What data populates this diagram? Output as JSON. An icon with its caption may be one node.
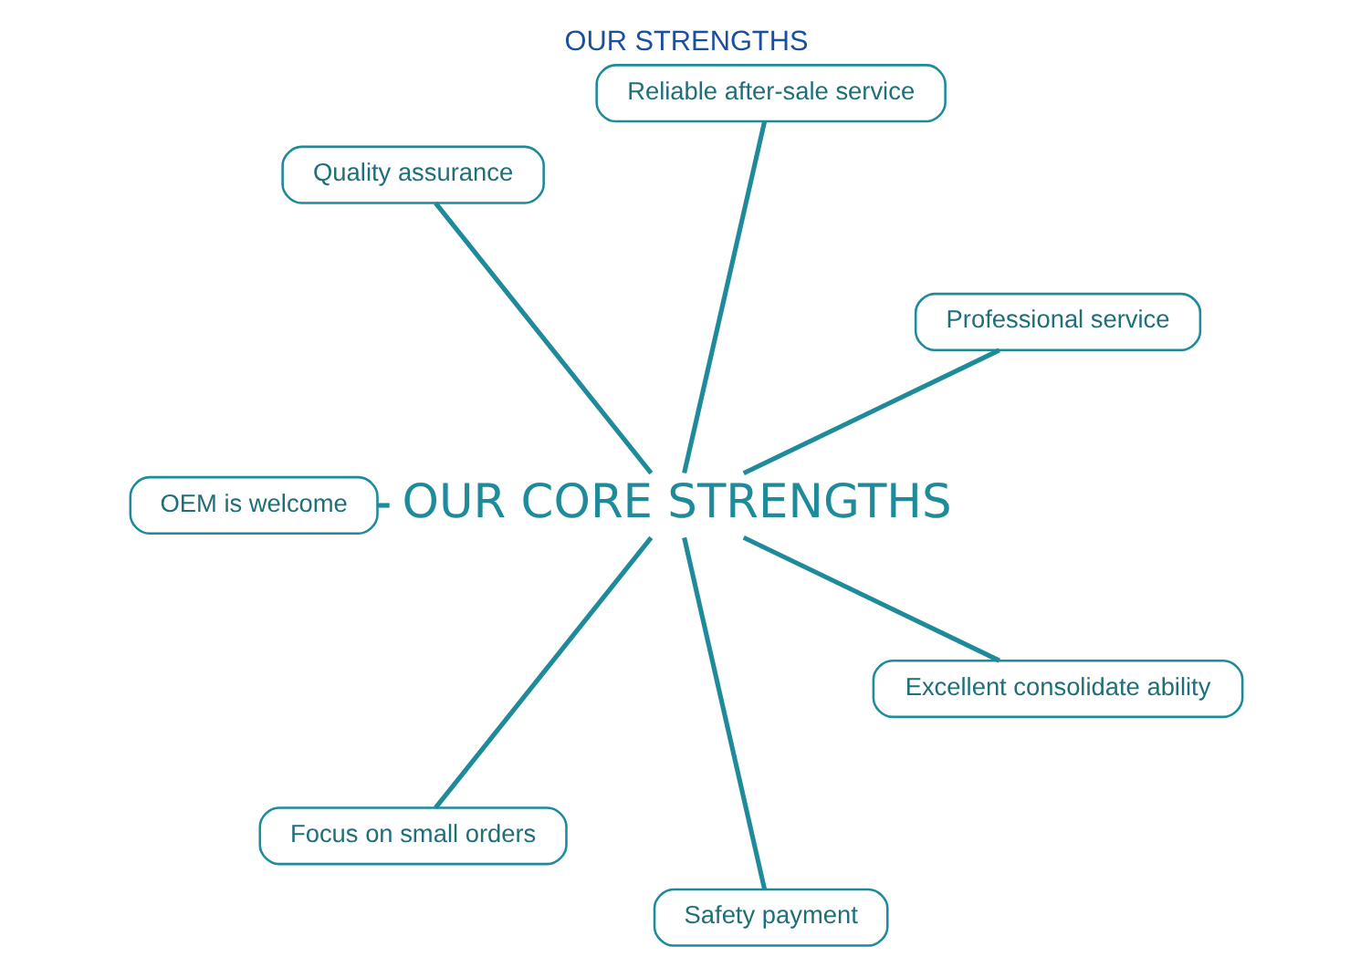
{
  "diagram": {
    "title": "OUR STRENGTHS",
    "nodes": [
      {
        "text": [
          "OUR CORE STRENGTHS"
        ]
      },
      {
        "text": [
          "Professional service"
        ]
      },
      {
        "text": [
          "Reliable after-sale service"
        ]
      },
      {
        "text": [
          "Quality assurance"
        ]
      },
      {
        "text": [
          "OEM is welcome"
        ]
      },
      {
        "text": [
          "Focus on small orders"
        ]
      },
      {
        "text": [
          "Safety payment"
        ]
      },
      {
        "text": [
          "Excellent consolidate ability"
        ]
      }
    ],
    "edges": [
      {
        "from": 0,
        "to": 1,
        "arrow": "none"
      },
      {
        "from": 0,
        "to": 2,
        "arrow": "none"
      },
      {
        "from": 0,
        "to": 4,
        "arrow": "none"
      },
      {
        "from": 0,
        "to": 6,
        "arrow": "none"
      },
      {
        "from": 0,
        "to": 7,
        "arrow": "none"
      },
      {
        "from": 0,
        "to": 5,
        "arrow": "none"
      },
      {
        "from": 0,
        "to": 3,
        "arrow": "none"
      }
    ]
  }
}
